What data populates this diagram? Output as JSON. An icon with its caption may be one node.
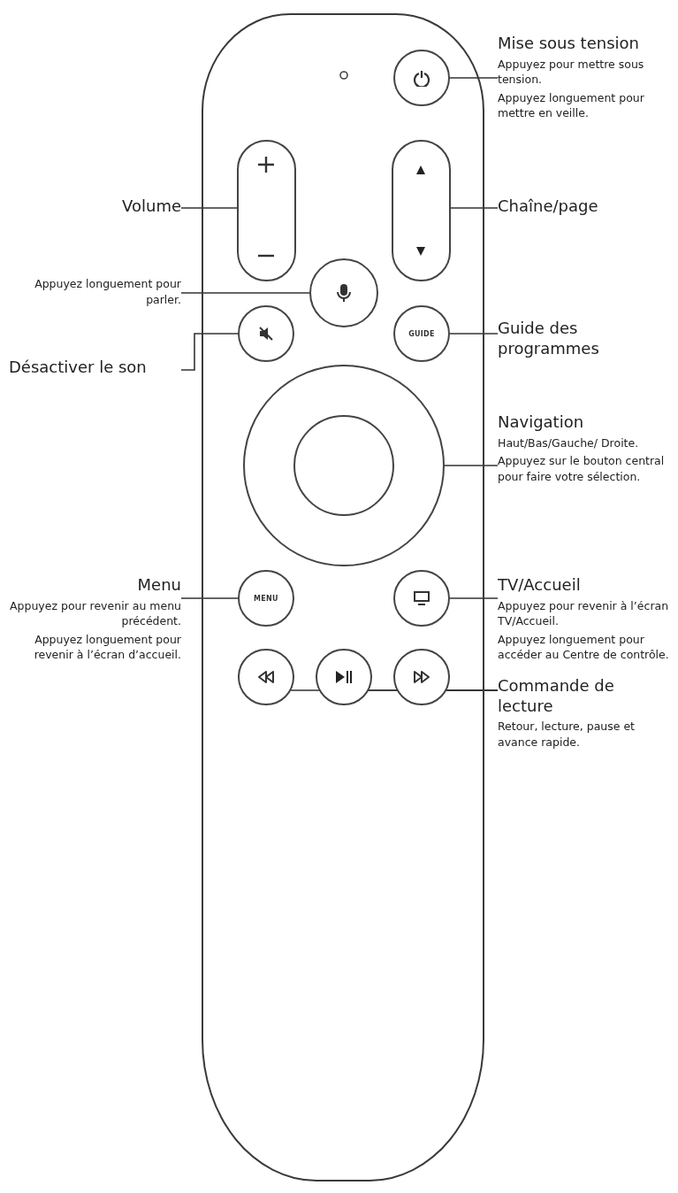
{
  "diagram": {
    "nodes": [
      {
        "text": [],
        "shape": "box"
      },
      {
        "text": [],
        "shape": "circle",
        "in": 0
      },
      {
        "text": [],
        "shape": "box",
        "in": 0
      },
      {
        "text": [],
        "shape": "box",
        "in": 0
      },
      {
        "text": [],
        "shape": "circle",
        "in": 0
      },
      {
        "text": [],
        "shape": "circle",
        "in": 0
      },
      {
        "text": [
          "GUIDE"
        ],
        "in": 0
      },
      {
        "text": [],
        "shape": "circle",
        "in": 0
      },
      {
        "text": [],
        "shape": "circle",
        "in": 7
      },
      {
        "text": [
          "MENU"
        ],
        "in": 0
      },
      {
        "text": [],
        "shape": "circle",
        "in": 0
      },
      {
        "text": [],
        "shape": "circle",
        "in": 0
      },
      {
        "text": [],
        "shape": "circle",
        "in": 0
      },
      {
        "text": [],
        "shape": "circle",
        "in": 0
      },
      {
        "text": [
          "Mise sous tension",
          "Appuyez pour mettre sous tension.",
          "Appuyez longuement pour mettre en veille."
        ]
      },
      {
        "text": [
          "Volume"
        ]
      },
      {
        "text": [
          "Chaîne/page"
        ]
      },
      {
        "text": [
          "Appuyez longuement pour parler."
        ]
      },
      {
        "text": [
          "Guide des programmes"
        ]
      },
      {
        "text": [
          "Désactiver le son"
        ]
      },
      {
        "text": [
          "Navigation",
          "Haut/Bas/Gauche/ Droite.",
          "Appuyez sur le bouton central pour faire votre sélection."
        ]
      },
      {
        "text": [
          "Menu",
          "Appuyez pour revenir au menu précédent.",
          "Appuyez longuement pour revenir à l’écran d’accueil."
        ]
      },
      {
        "text": [
          "TV/Accueil",
          "Appuyez pour revenir à l’écran TV/Accueil.",
          "Appuyez longuement pour accéder au Centre de contrôle."
        ]
      },
      {
        "text": [
          "Commande de lecture",
          "Retour, lecture, pause et avance rapide."
        ]
      }
    ],
    "edges": [
      {
        "from": 14,
        "to": 1,
        "arrow": "none"
      },
      {
        "from": 15,
        "to": 2,
        "arrow": "none"
      },
      {
        "from": 16,
        "to": 3,
        "arrow": "none"
      },
      {
        "from": 17,
        "to": 4,
        "arrow": "none"
      },
      {
        "from": 19,
        "to": 5,
        "arrow": "none"
      },
      {
        "from": 18,
        "to": 6,
        "arrow": "none"
      },
      {
        "from": 20,
        "to": 7,
        "arrow": "none"
      },
      {
        "from": 21,
        "to": 9,
        "arrow": "none"
      },
      {
        "from": 22,
        "to": 10,
        "arrow": "none"
      },
      {
        "from": 23,
        "to": 11,
        "arrow": "none"
      },
      {
        "from": 23,
        "to": 12,
        "arrow": "none"
      },
      {
        "from": 23,
        "to": 13,
        "arrow": "none"
      }
    ]
  }
}
